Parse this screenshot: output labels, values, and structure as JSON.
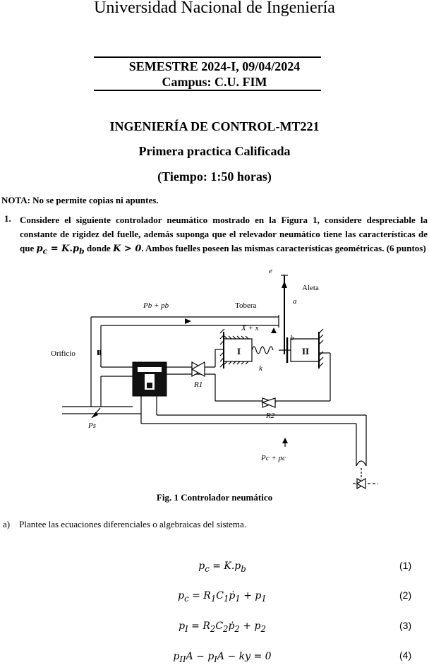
{
  "header": {
    "university": "Universidad Nacional de Ingeniería",
    "semester": "SEMESTRE 2024-I, 09/04/2024",
    "campus": "Campus: C.U. FIM",
    "course": "INGENIERÍA DE CONTROL-MT221",
    "exam": "Primera practica Calificada",
    "time": "(Tiempo: 1:50 horas)"
  },
  "note": "NOTA: No se permite copias ni apuntes.",
  "question": {
    "number": "1.",
    "text_a": "Considere el siguiente controlador neumático mostrado en la Figura 1, considere despreciable la constante de rigidez del fuelle, además suponga que el relevador neumático tiene las características de que ",
    "math_a": "p_c = K.p_b",
    "text_b": " donde ",
    "math_b": "K > 0",
    "text_c": ". Ambos fuelles poseen las mismas características geométricas. (6 puntos)"
  },
  "figure": {
    "labels": {
      "e": "e",
      "aleta": "Aleta",
      "tobera": "Tobera",
      "pb": "Pb + pb",
      "a": "a",
      "xbar": "X̄ + x",
      "b": "b",
      "orificio": "Orificio",
      "I": "I",
      "II": "II",
      "k": "k",
      "R1": "R1",
      "R2": "R2",
      "Ps": "Ps",
      "pc": "Pc + pc"
    },
    "caption": "Fig. 1 Controlador neumático"
  },
  "item_a": "a)    Plantee las ecuaciones diferenciales o algebraicas del sistema.",
  "equations": [
    {
      "expr": "pc = K.pb",
      "num": "(1)"
    },
    {
      "expr": "pc = R1C1ṗ1 + p1",
      "num": "(2)"
    },
    {
      "expr": "pI = R2C2ṗ2 + p2",
      "num": "(3)"
    },
    {
      "expr": "pIIA − pIA − ky = 0",
      "num": "(4)"
    }
  ]
}
